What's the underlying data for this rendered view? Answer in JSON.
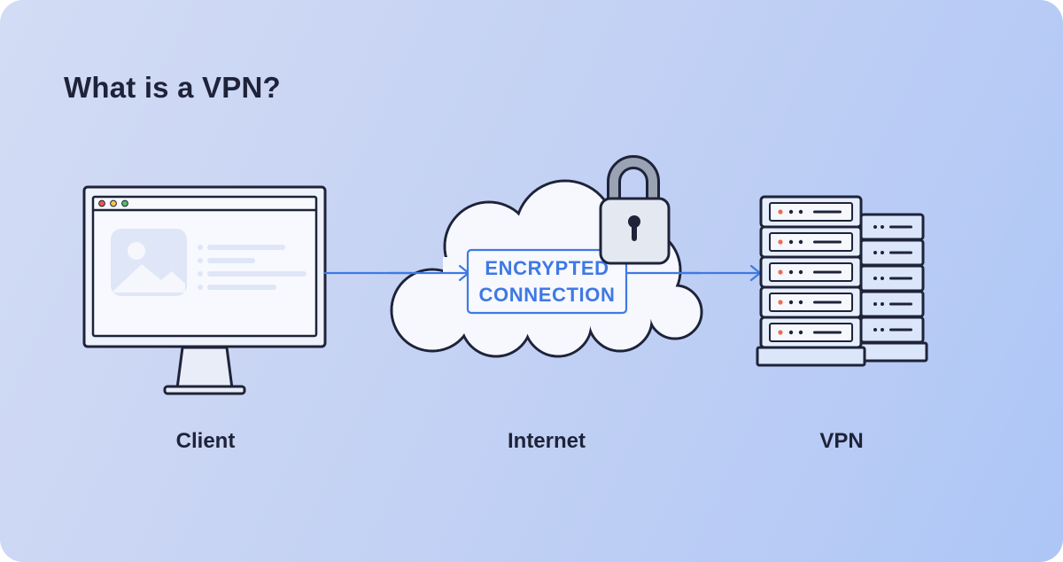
{
  "title": "What is a VPN?",
  "nodes": {
    "client": "Client",
    "internet": "Internet",
    "vpn": "VPN"
  },
  "connection": {
    "line1": "ENCRYPTED",
    "line2": "CONNECTION"
  },
  "colors": {
    "ink": "#1e2339",
    "accent": "#3f79e4",
    "panel": "#dbe6fb",
    "red_led": "#f26a4b"
  }
}
